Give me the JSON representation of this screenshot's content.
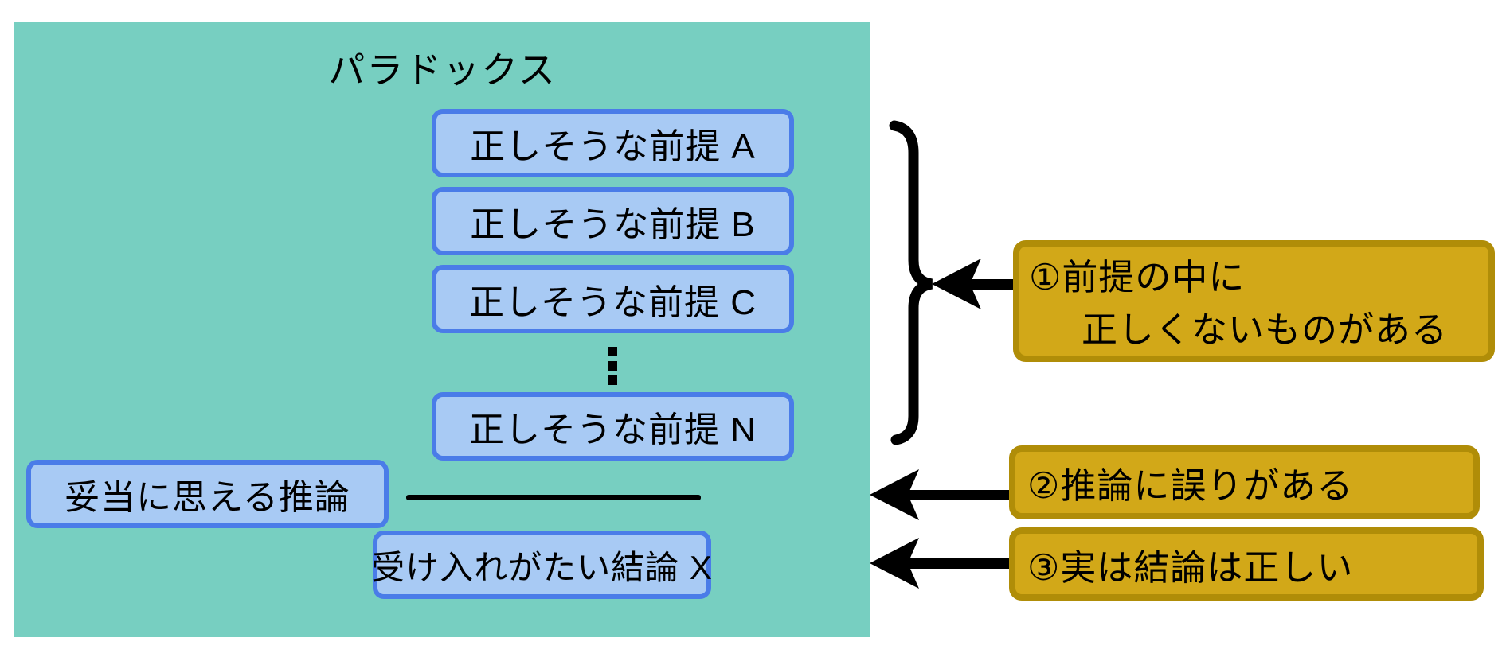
{
  "diagram": {
    "title": "パラドックス",
    "premises": [
      "正しそうな前提 A",
      "正しそうな前提 B",
      "正しそうな前提 C",
      "正しそうな前提 N"
    ],
    "inference_label": "妥当に思える推論",
    "conclusion_label": "受け入れがたい結論 X",
    "callouts": {
      "c1": {
        "line1": "①前提の中に",
        "line2": "正しくないものがある"
      },
      "c2": {
        "label": "②推論に誤りがある"
      },
      "c3": {
        "label": "③実は結論は正しい"
      }
    },
    "colors": {
      "panel_teal": "#77cfc1",
      "premise_fill": "#a8caf4",
      "premise_border": "#4a7ce8",
      "callout_fill": "#d2a818",
      "callout_border": "#b08d08",
      "ink": "#000000"
    }
  }
}
